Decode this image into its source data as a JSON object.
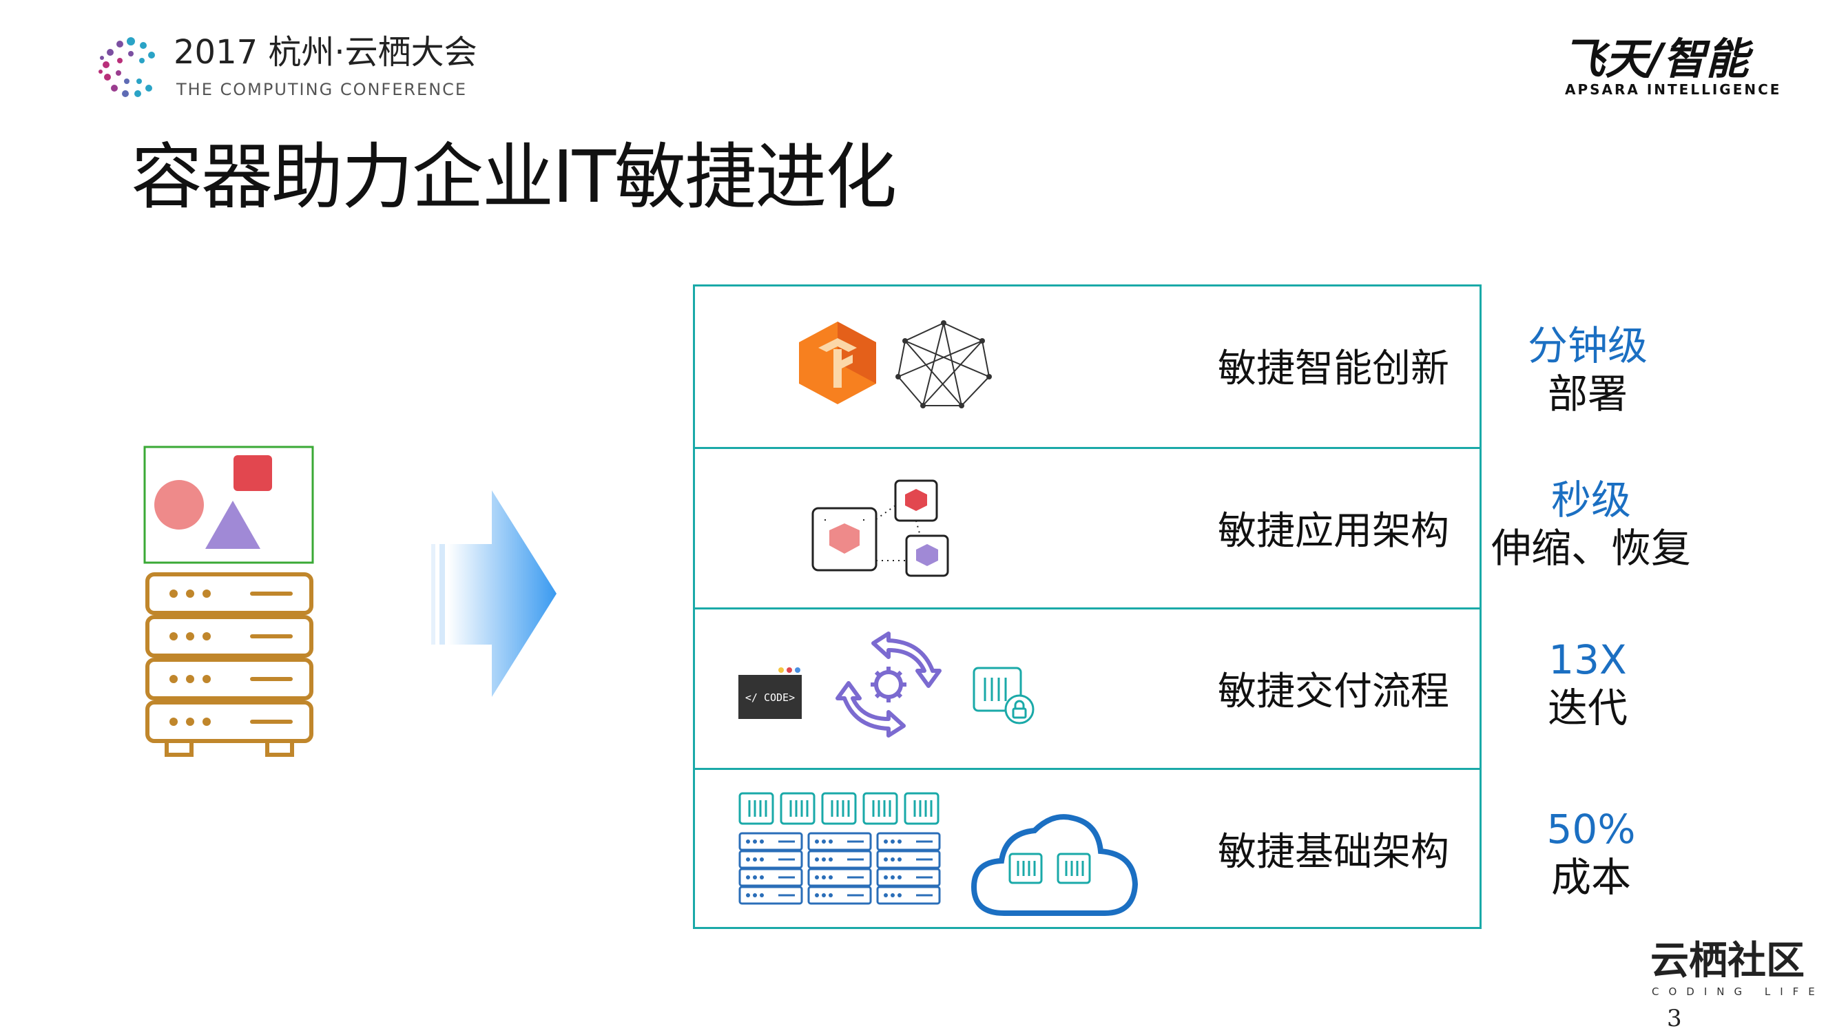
{
  "header": {
    "conference_title": "2017 杭州·云栖大会",
    "conference_subtitle": "THE COMPUTING CONFERENCE",
    "brand_cn": "飞天/智能",
    "brand_en": "APSARA INTELLIGENCE"
  },
  "slide": {
    "title": "容器助力企业IT敏捷进化"
  },
  "rows": [
    {
      "label": "敏捷智能创新",
      "stat_top": "分钟级",
      "stat_bottom": "部署"
    },
    {
      "label": "敏捷应用架构",
      "stat_top": "秒级",
      "stat_bottom": "伸缩、恢复"
    },
    {
      "label": "敏捷交付流程",
      "stat_top": "13X",
      "stat_bottom": "迭代"
    },
    {
      "label": "敏捷基础架构",
      "stat_top": "50%",
      "stat_bottom": "成本"
    }
  ],
  "icons": {
    "code_label": "</ CODE>"
  },
  "footer": {
    "logo": "云栖社区",
    "logo_sub": "CODING LIFE",
    "page_number": "3"
  },
  "colors": {
    "teal_border": "#1aa9a8",
    "stat_blue": "#1b6fc2",
    "server_gold": "#c0862b",
    "infra_blue": "#2a6eb8"
  }
}
